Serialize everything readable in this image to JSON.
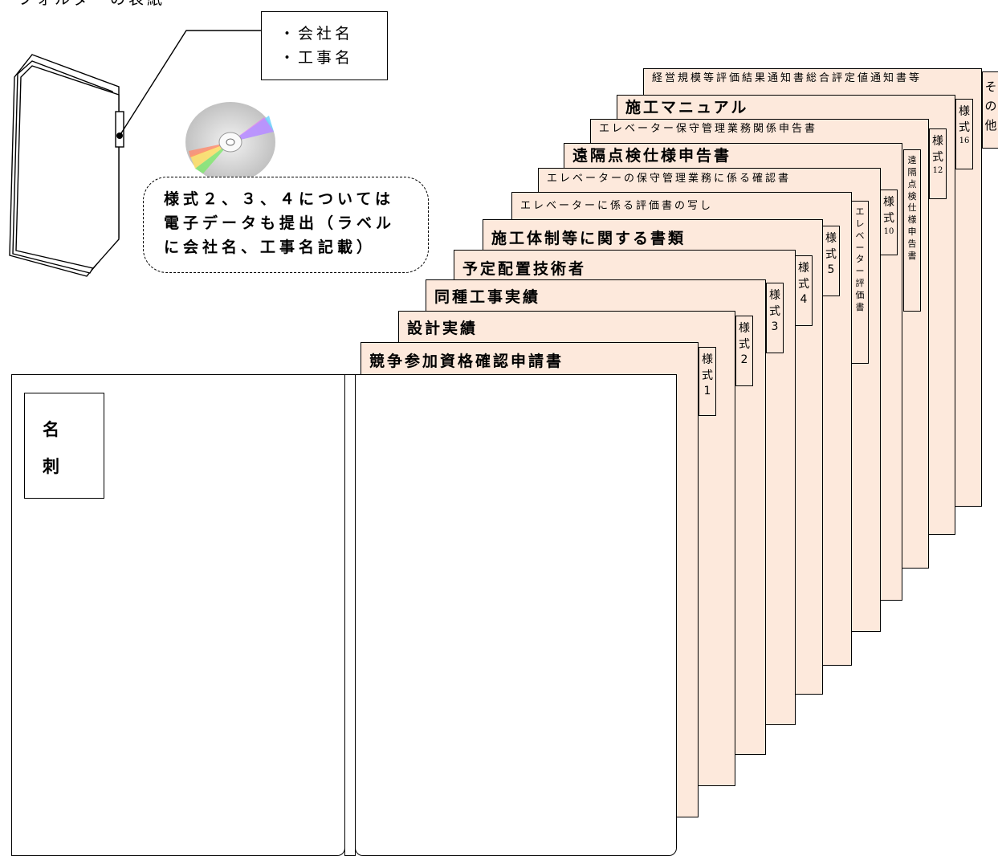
{
  "header": {
    "text": "フォルダーの表紙"
  },
  "folder_label": {
    "lines": [
      "・会社名",
      "・工事名"
    ]
  },
  "cd_note": {
    "lines": [
      "様式２、３、４については",
      "電子データも提出（ラベル",
      "に会社名、工事名記載）"
    ]
  },
  "name_card": {
    "lines": [
      "名",
      "刺"
    ]
  },
  "sheets": [
    {
      "title": "経営規模等評価結果通知書総合評定値通知書等"
    },
    {
      "title": "施工マニュアル"
    },
    {
      "title": "エレベーター保守管理業務関係申告書"
    },
    {
      "title": "遠隔点検仕様申告書"
    },
    {
      "title": "エレベーターの保守管理業務に係る確認書"
    },
    {
      "title": "エレベーターに係る評価書の写し"
    },
    {
      "title": "施工体制等に関する書類"
    },
    {
      "title": "予定配置技術者"
    },
    {
      "title": "同種工事実績"
    },
    {
      "title": "設計実績"
    },
    {
      "title": "競争参加資格確認申請書"
    }
  ],
  "tabs": [
    {
      "chars": [
        "そ",
        "の",
        "他"
      ]
    },
    {
      "chars": [
        "様",
        "式",
        "16"
      ]
    },
    {
      "chars": [
        "様",
        "式",
        "12"
      ]
    },
    {
      "chars": [
        "遠",
        "隔",
        "点",
        "検",
        "仕",
        "様",
        "申",
        "告",
        "書"
      ]
    },
    {
      "chars": [
        "様",
        "式",
        "10"
      ]
    },
    {
      "chars": [
        "エ",
        "レ",
        "ベ",
        "ー",
        "タ",
        "ー",
        "評",
        "価",
        "書"
      ]
    },
    {
      "chars": [
        "様",
        "式",
        "5"
      ]
    },
    {
      "chars": [
        "様",
        "式",
        "4"
      ]
    },
    {
      "chars": [
        "様",
        "式",
        "3"
      ]
    },
    {
      "chars": [
        "様",
        "式",
        "2"
      ]
    },
    {
      "chars": [
        "様",
        "式",
        "1"
      ]
    }
  ],
  "colors": {
    "sheet_fill": "#fde9dc",
    "line": "#000000"
  }
}
